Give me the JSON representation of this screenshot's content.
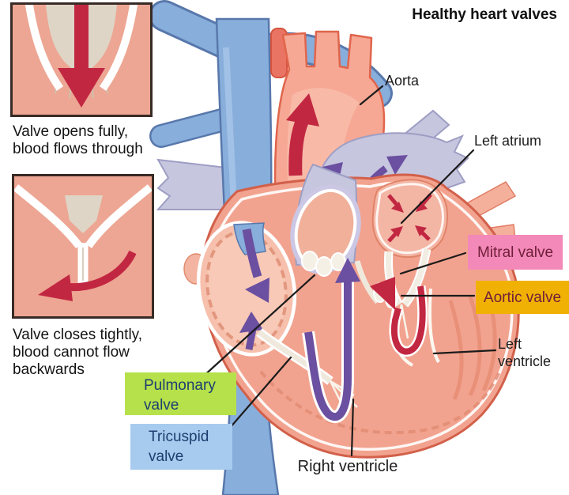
{
  "title": "Healthy heart valves",
  "insets": {
    "open": {
      "caption": "Valve opens fully,\nblood flows through"
    },
    "closed": {
      "caption": "Valve closes tightly,\nblood cannot flow\nbackwards"
    }
  },
  "labels": {
    "aorta": "Aorta",
    "left_atrium": "Left atrium",
    "mitral_valve": "Mitral valve",
    "aortic_valve": "Aortic valve",
    "left_ventricle": "Left\nventricle",
    "pulmonary_valve": "Pulmonary\nvalve",
    "tricuspid_valve": "Tricuspid\nvalve",
    "right_ventricle": "Right ventricle"
  },
  "colors": {
    "mitral_bg": "#f389b8",
    "aortic_bg": "#f1b104",
    "pulmonary_bg": "#b6e14a",
    "tricuspid_bg": "#a7cbee",
    "valve_label_dark_red": "#70203a",
    "valve_label_navy": "#1c3e70",
    "artery_red": "#c22742",
    "vein_blue": "#88aedb",
    "vein_blue_edge": "#5878ac",
    "purple_arrow": "#6b4fa0",
    "lavender_vessel": "#c6c6df",
    "lavender_edge": "#9e9ec4",
    "heart_salmon": "#f2a38f",
    "heart_edge": "#d2604a",
    "chamber_salmon": "#f6c0ad",
    "leader_line": "#1b1b1b"
  }
}
